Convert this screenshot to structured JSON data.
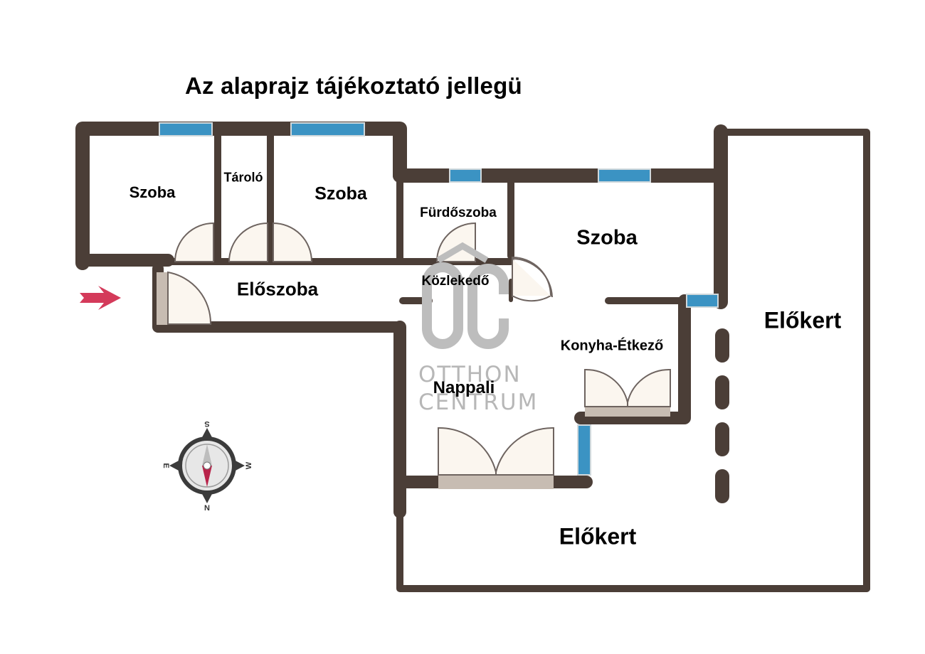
{
  "title": "Az alaprajz tájékoztató jellegü",
  "rooms": {
    "szoba_1": "Szoba",
    "tarolo": "Tároló",
    "szoba_2": "Szoba",
    "furdoszoba": "Fürdőszoba",
    "szoba_3": "Szoba",
    "eloszoba": "Előszoba",
    "kozlekedo": "Közlekedő",
    "konyha": "Konyha-Étkező",
    "nappali": "Nappali",
    "elokert_1": "Előkert",
    "elokert_2": "Előkert"
  },
  "watermark": {
    "logo": "OC",
    "line1": "OTTHON",
    "line2": "CENTRUM"
  },
  "compass": {
    "north": "N",
    "south": "S",
    "east": "E",
    "west": "W"
  },
  "colors": {
    "wall": "#4b3e37",
    "window": "#3b93c3",
    "door_fill": "#fbf6ef",
    "sill": "#c7bcb2",
    "entrance_arrow": "#d43a5a",
    "watermark": "#bdbdbd"
  }
}
